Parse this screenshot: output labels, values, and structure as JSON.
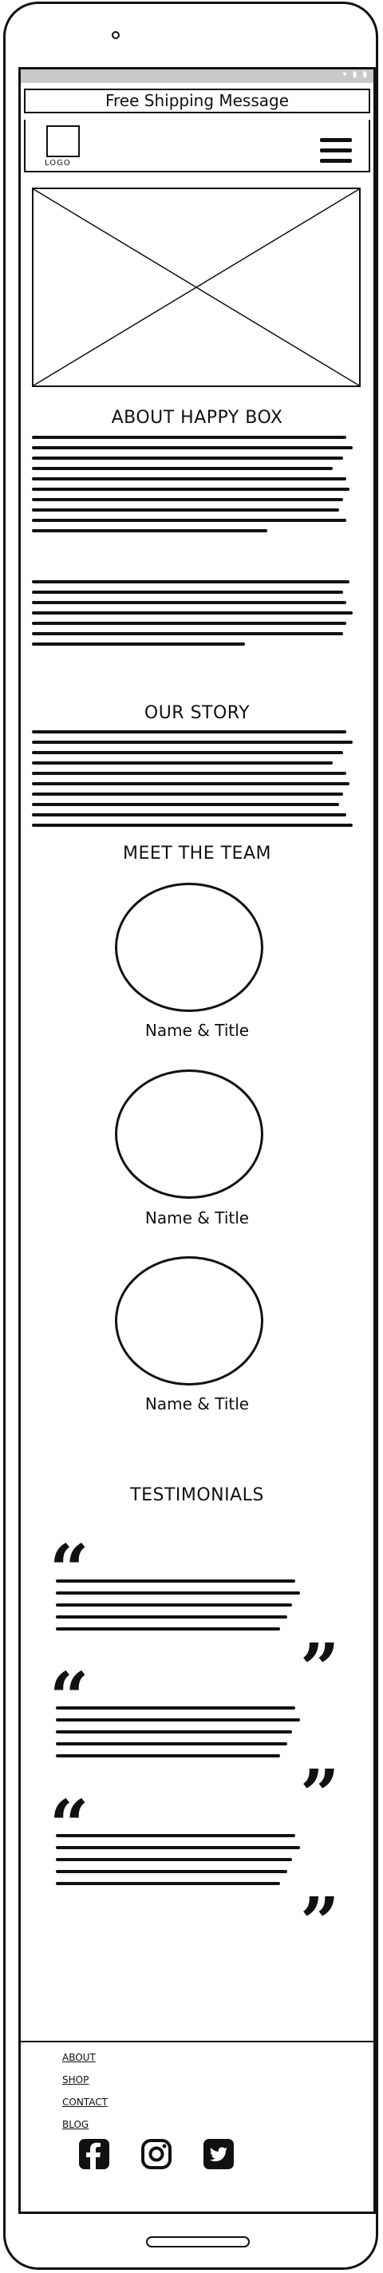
{
  "banner": {
    "text": "Free Shipping Message"
  },
  "header": {
    "logo_text": "LOGO"
  },
  "about": {
    "title": "ABOUT HAPPY BOX"
  },
  "story": {
    "title": "OUR STORY"
  },
  "team": {
    "title": "MEET THE TEAM",
    "members": [
      {
        "caption": "Name & Title"
      },
      {
        "caption": "Name & Title"
      },
      {
        "caption": "Name & Title"
      }
    ]
  },
  "testimonials": {
    "title": "TESTIMONIALS"
  },
  "footer": {
    "links": [
      "ABOUT",
      "SHOP",
      "CONTACT",
      "BLOG"
    ],
    "social_icons": [
      "facebook-icon",
      "instagram-icon",
      "twitter-icon"
    ]
  }
}
